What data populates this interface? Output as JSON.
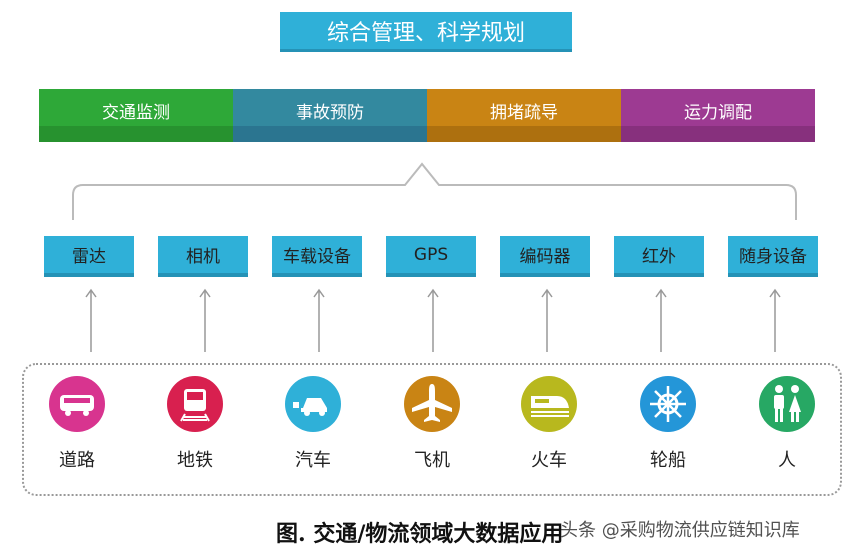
{
  "title": "综合管理、科学规划",
  "categories": [
    {
      "label": "交通监测",
      "color": "#2ea838",
      "shade": "#27922f"
    },
    {
      "label": "事故预防",
      "color": "#33899f",
      "shade": "#2b7590"
    },
    {
      "label": "拥堵疏导",
      "color": "#c98414",
      "shade": "#ad700f"
    },
    {
      "label": "运力调配",
      "color": "#9d3a92",
      "shade": "#87307d"
    }
  ],
  "sensors": [
    "雷达",
    "相机",
    "车载设备",
    "GPS",
    "编码器",
    "红外",
    "随身设备"
  ],
  "modes": [
    {
      "label": "道路",
      "icon": "bus-icon",
      "color": "#d8348f"
    },
    {
      "label": "地铁",
      "icon": "subway-icon",
      "color": "#d8204f"
    },
    {
      "label": "汽车",
      "icon": "car-icon",
      "color": "#2fb0d8"
    },
    {
      "label": "飞机",
      "icon": "airplane-icon",
      "color": "#c98414"
    },
    {
      "label": "火车",
      "icon": "train-icon",
      "color": "#b8b81e"
    },
    {
      "label": "轮船",
      "icon": "ship-wheel-icon",
      "color": "#2496d8"
    },
    {
      "label": "人",
      "icon": "people-icon",
      "color": "#27a864"
    }
  ],
  "caption": "图. 交通/物流领域大数据应用",
  "watermark": "头条 @采购物流供应链知识库"
}
